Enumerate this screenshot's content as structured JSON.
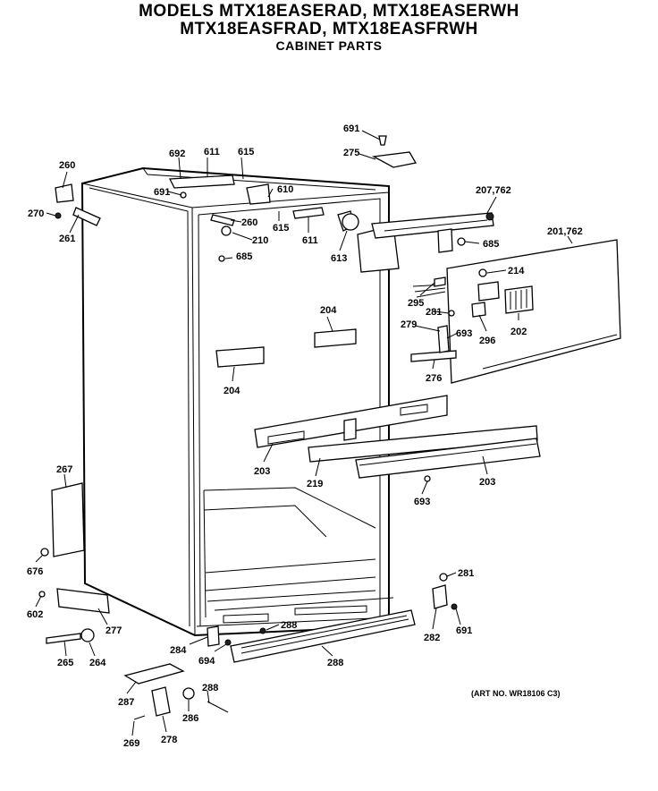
{
  "header": {
    "line1": "MODELS MTX18EASERAD, MTX18EASERWH",
    "line2": "MTX18EASFRAD, MTX18EASFRWH",
    "line3": "CABINET PARTS"
  },
  "art_number": "(ART NO. WR18106 C3)",
  "callouts": {
    "c691a": "691",
    "c275": "275",
    "c692": "692",
    "c611a": "611",
    "c615a": "615",
    "c260a": "260",
    "c691b": "691",
    "c610": "610",
    "c270": "270",
    "c261": "261",
    "c260b": "260",
    "c615b": "615",
    "c611b": "611",
    "c210": "210",
    "c207": "207,762",
    "c685a": "685",
    "c613": "613",
    "c685b": "685",
    "c201": "201,762",
    "c214": "214",
    "c295": "295",
    "c281a": "281",
    "c204a": "204",
    "c279": "279",
    "c693a": "693",
    "c296": "296",
    "c202": "202",
    "c204b": "204",
    "c276": "276",
    "c203a": "203",
    "c219": "219",
    "c203b": "203",
    "c693b": "693",
    "c267": "267",
    "c676": "676",
    "c281b": "281",
    "c602": "602",
    "c277": "277",
    "c282": "282",
    "c691c": "691",
    "c288a": "288",
    "c284": "284",
    "c694": "694",
    "c288b": "288",
    "c265": "265",
    "c264": "264",
    "c287": "287",
    "c288c": "288",
    "c286": "286",
    "c269": "269",
    "c278": "278"
  }
}
